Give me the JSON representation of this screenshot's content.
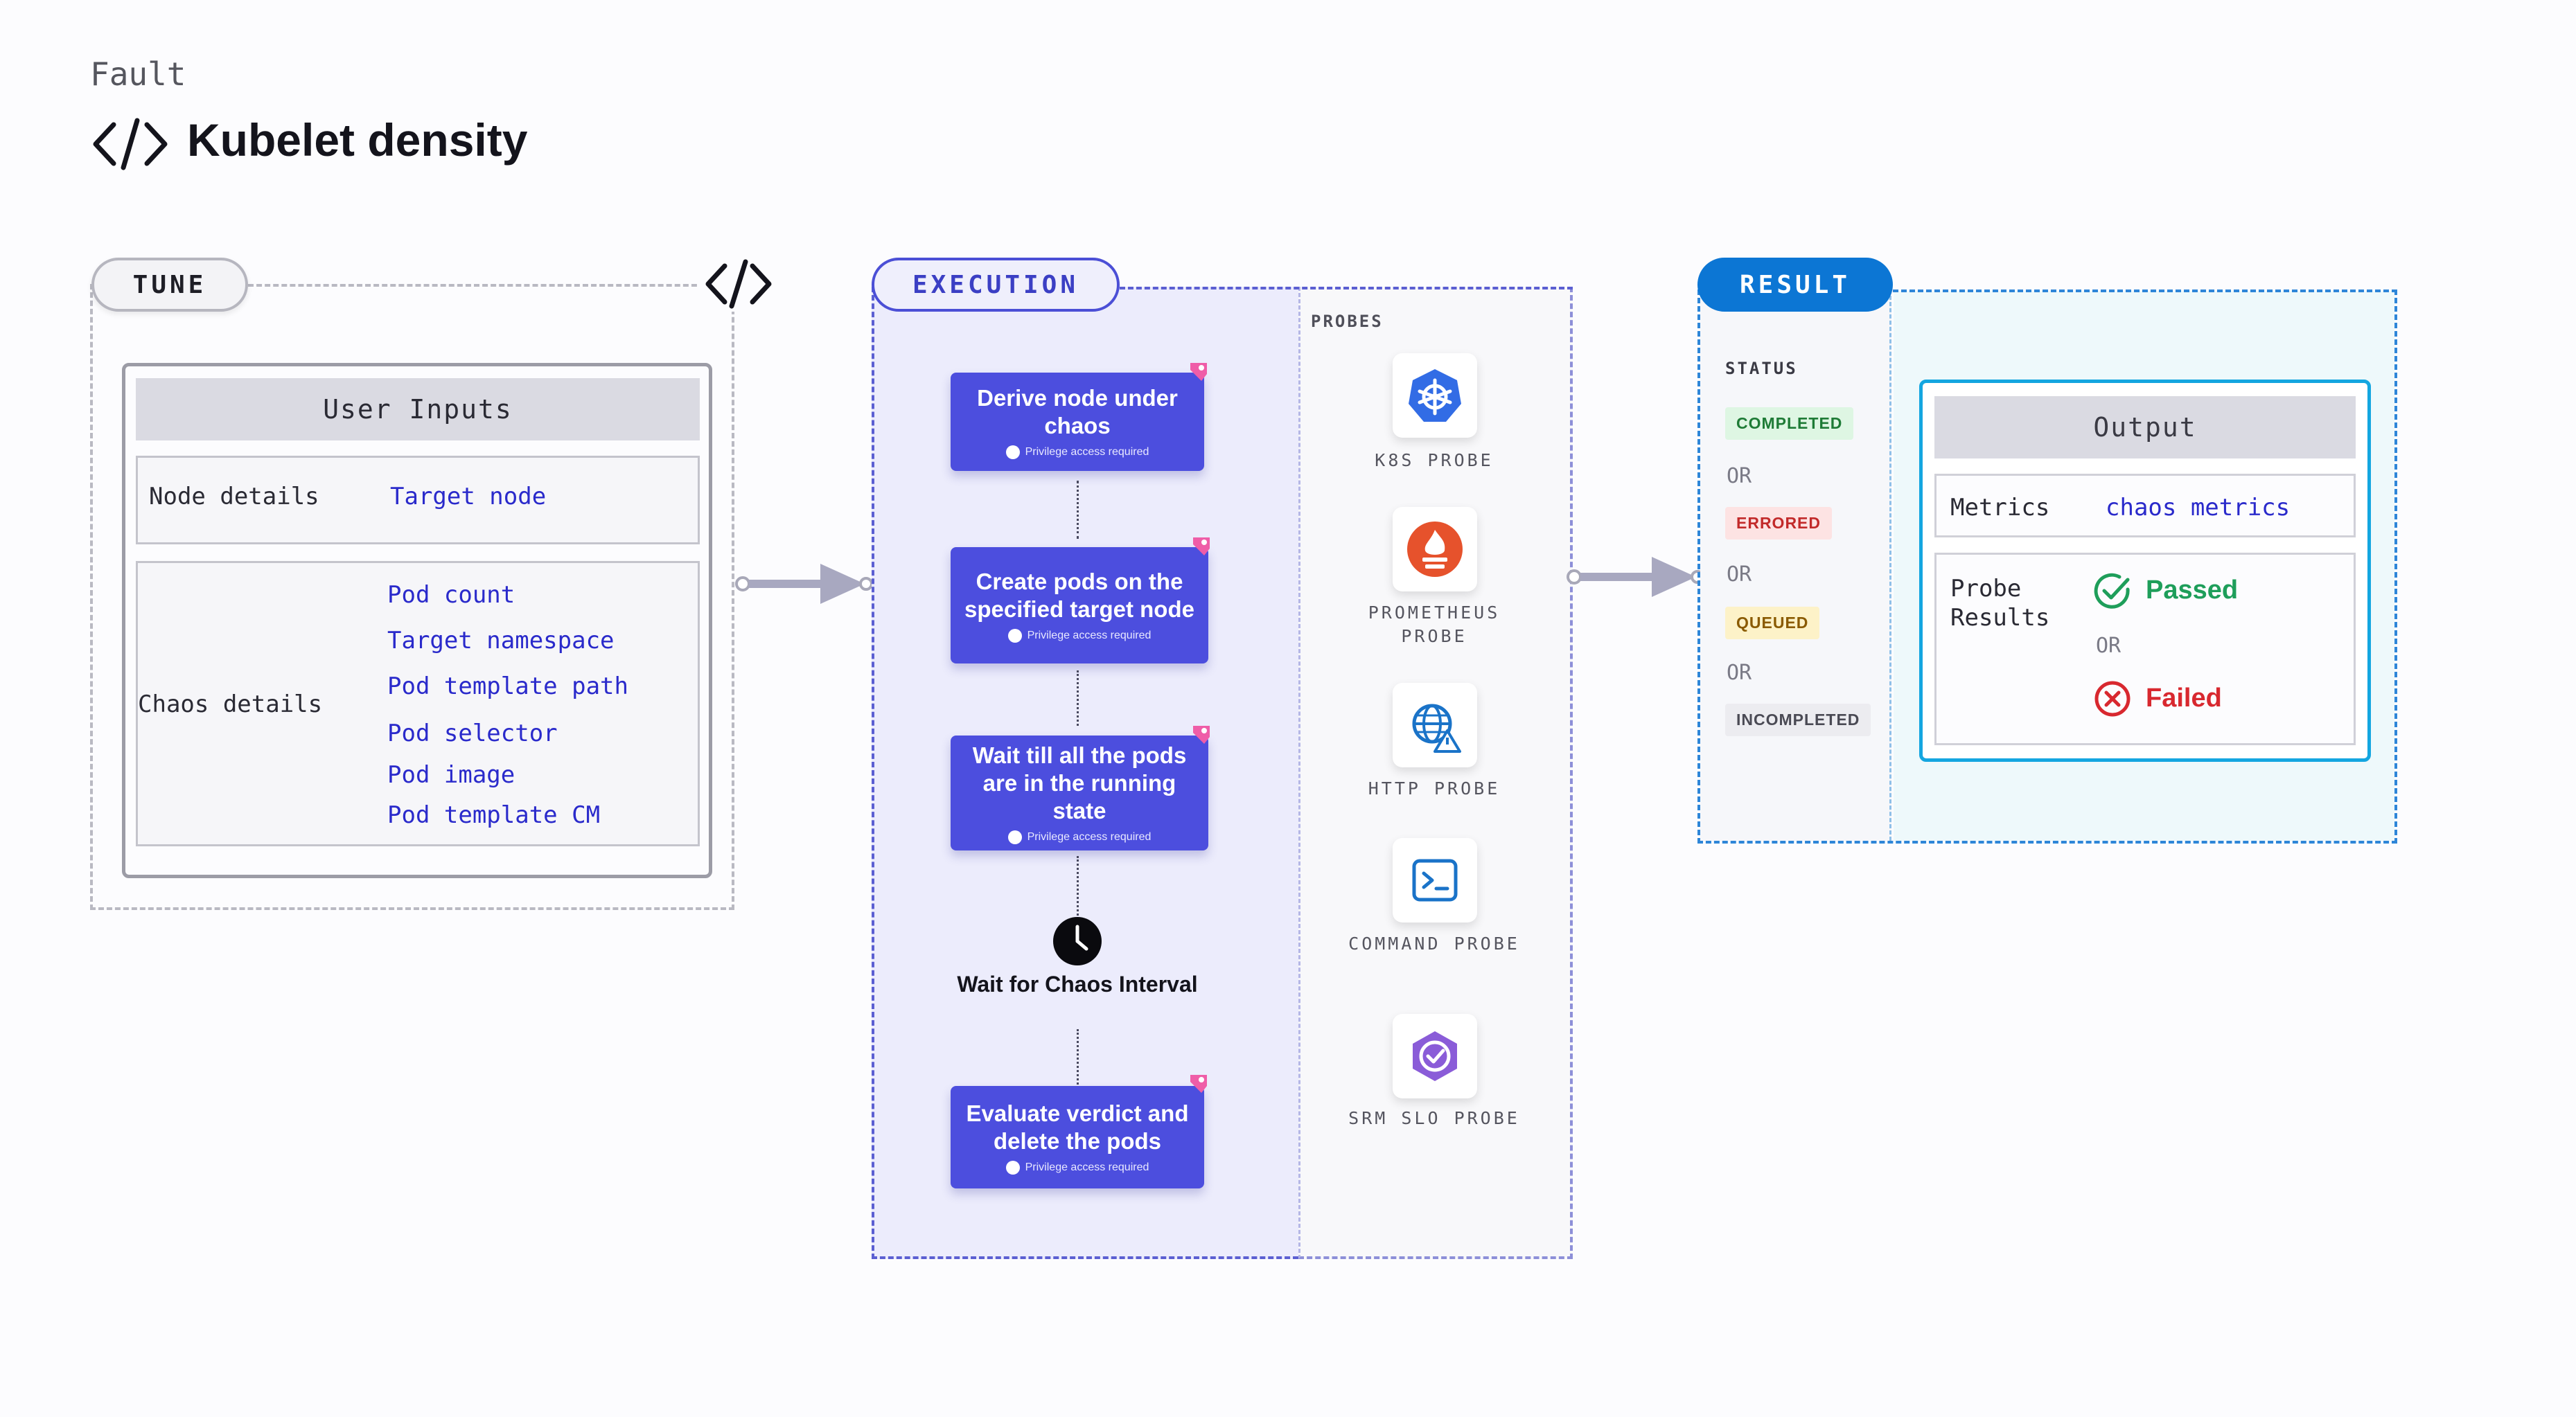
{
  "header": {
    "kicker": "Fault",
    "title": "Kubelet density"
  },
  "stages": {
    "tune": "TUNE",
    "execution": "EXECUTION",
    "result": "RESULT"
  },
  "tune": {
    "user_inputs_title": "User Inputs",
    "node_details": {
      "label": "Node details",
      "values": [
        "Target node"
      ]
    },
    "chaos_details": {
      "label": "Chaos details",
      "values": [
        "Pod count",
        "Target namespace",
        "Pod template path",
        "Pod selector",
        "Pod image",
        "Pod template CM"
      ]
    }
  },
  "execution": {
    "steps": [
      {
        "title": "Derive node under chaos",
        "note": "Privilege access required"
      },
      {
        "title": "Create pods on the specified target node",
        "note": "Privilege access required"
      },
      {
        "title": "Wait till all the pods are in the running state",
        "note": "Privilege access required"
      },
      {
        "title": "Evaluate verdict and delete the pods",
        "note": "Privilege access required"
      }
    ],
    "wait": "Wait for Chaos Interval",
    "probes_label": "PROBES",
    "probes": [
      {
        "label": "K8S PROBE",
        "icon": "kubernetes-icon",
        "color": "#326ce5"
      },
      {
        "label": "PROMETHEUS PROBE",
        "icon": "prometheus-icon",
        "color": "#e6522c"
      },
      {
        "label": "HTTP PROBE",
        "icon": "http-globe-icon",
        "color": "#1a73c8"
      },
      {
        "label": "COMMAND PROBE",
        "icon": "terminal-icon",
        "color": "#1a73c8"
      },
      {
        "label": "SRM SLO PROBE",
        "icon": "srm-slo-icon",
        "color": "#8a5cd8"
      }
    ]
  },
  "result": {
    "status_label": "STATUS",
    "statuses": [
      "COMPLETED",
      "ERRORED",
      "QUEUED",
      "INCOMPLETED"
    ],
    "or_text": "OR",
    "output_title": "Output",
    "metrics_label": "Metrics",
    "metrics_value": "chaos metrics",
    "probe_results_label": "Probe Results",
    "passed": "Passed",
    "failed": "Failed"
  }
}
